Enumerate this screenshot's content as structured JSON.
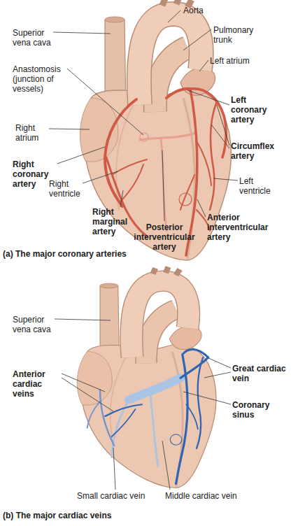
{
  "diagram": {
    "labels": [
      "Aorta",
      "Superior vena cava",
      "Pulmonary trunk",
      "Left atrium",
      "Anastomosis (junction of vessels)",
      "Left coronary artery",
      "Right atrium",
      "Circumflex artery",
      "Right coronary artery",
      "Right ventricle",
      "Left ventricle",
      "Right marginal artery",
      "Posterior interventricular artery",
      "Anterior interventricular artery",
      "(a) The major coronary arteries",
      "Superior vena cava",
      "Anterior cardiac veins",
      "Great cardiac vein",
      "Coronary sinus",
      "Small cardiac vein",
      "Middle cardiac vein",
      "(b) The major cardiac veins"
    ]
  }
}
